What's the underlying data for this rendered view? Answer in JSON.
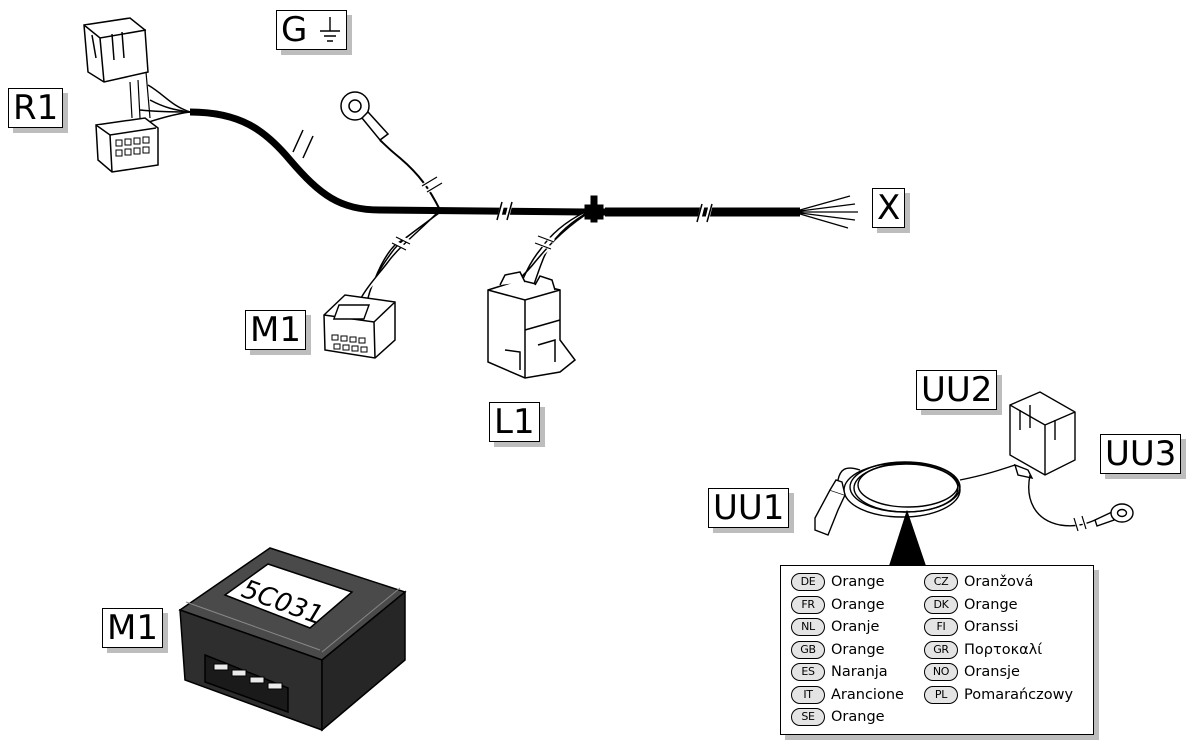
{
  "labels": {
    "r1": "R1",
    "g": "G",
    "x": "X",
    "m1_connector": "M1",
    "l1": "L1",
    "uu1": "UU1",
    "uu2": "UU2",
    "uu3": "UU3",
    "m1_module": "M1"
  },
  "module_print": "5C031",
  "legend": {
    "left": [
      {
        "code": "DE",
        "text": "Orange"
      },
      {
        "code": "FR",
        "text": "Orange"
      },
      {
        "code": "NL",
        "text": "Oranje"
      },
      {
        "code": "GB",
        "text": "Orange"
      },
      {
        "code": "ES",
        "text": "Naranja"
      },
      {
        "code": "IT",
        "text": "Arancione"
      },
      {
        "code": "SE",
        "text": "Orange"
      }
    ],
    "right": [
      {
        "code": "CZ",
        "text": "Oranžová"
      },
      {
        "code": "DK",
        "text": "Orange"
      },
      {
        "code": "FI",
        "text": "Oranssi"
      },
      {
        "code": "GR",
        "text": "Πορτοκαλί"
      },
      {
        "code": "NO",
        "text": "Oransje"
      },
      {
        "code": "PL",
        "text": "Pomarańczowy"
      }
    ]
  },
  "colors": {
    "line": "#000000",
    "label_shadow": "#bdbdbd",
    "part_fill": "#ffffff",
    "module_fill": "#3f3f3f"
  }
}
